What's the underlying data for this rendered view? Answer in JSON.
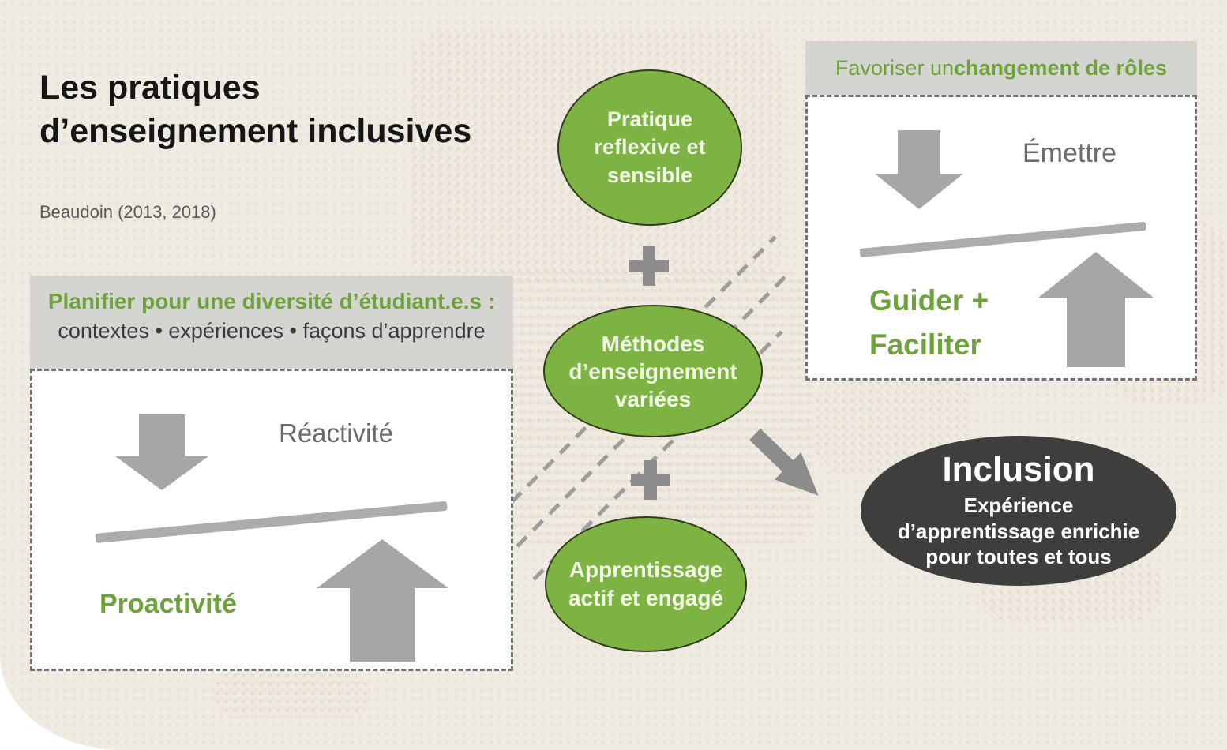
{
  "slide": {
    "title_line1": "Les pratiques",
    "title_line2": "d’enseignement inclusives",
    "attribution": "Beaudoin (2013, 2018)"
  },
  "left_section": {
    "banner": {
      "title": "Planifier pour une diversité d’étudiant.e.s :",
      "subtitle": "contextes • expériences • façons d’apprendre"
    },
    "balance": {
      "top_label": "Réactivité",
      "bottom_label": "Proactivité"
    }
  },
  "center_flow": {
    "ellipse_top": "Pratique reflexive et sensible",
    "ellipse_middle": "Méthodes d’enseignement variées",
    "ellipse_bottom": "Apprentissage actif et engagé"
  },
  "right_section": {
    "banner": {
      "prefix": "Favoriser un ",
      "bold": "changement de rôles"
    },
    "balance": {
      "top_label": "Émettre",
      "bottom_label_line1": "Guider +",
      "bottom_label_line2": "Faciliter"
    }
  },
  "outcome": {
    "title": "Inclusion",
    "subtitle_line1": "Expérience",
    "subtitle_line2": "d’apprentissage enrichie",
    "subtitle_line3": "pour toutes et tous"
  },
  "icons": {
    "down_arrow": "block-arrow-down",
    "up_arrow": "block-arrow-up",
    "plus": "plus-sign",
    "flow_arrow": "thick-arrow-down-right"
  },
  "colors": {
    "background": "#F0EBE2",
    "accent_green": "#6EA33C",
    "ellipse_green": "#7CB342",
    "ellipse_border": "#333B1D",
    "banner_gray": "#D4D4D1",
    "arrow_gray": "#A6A6A6",
    "charcoal": "#3E3E3D"
  }
}
